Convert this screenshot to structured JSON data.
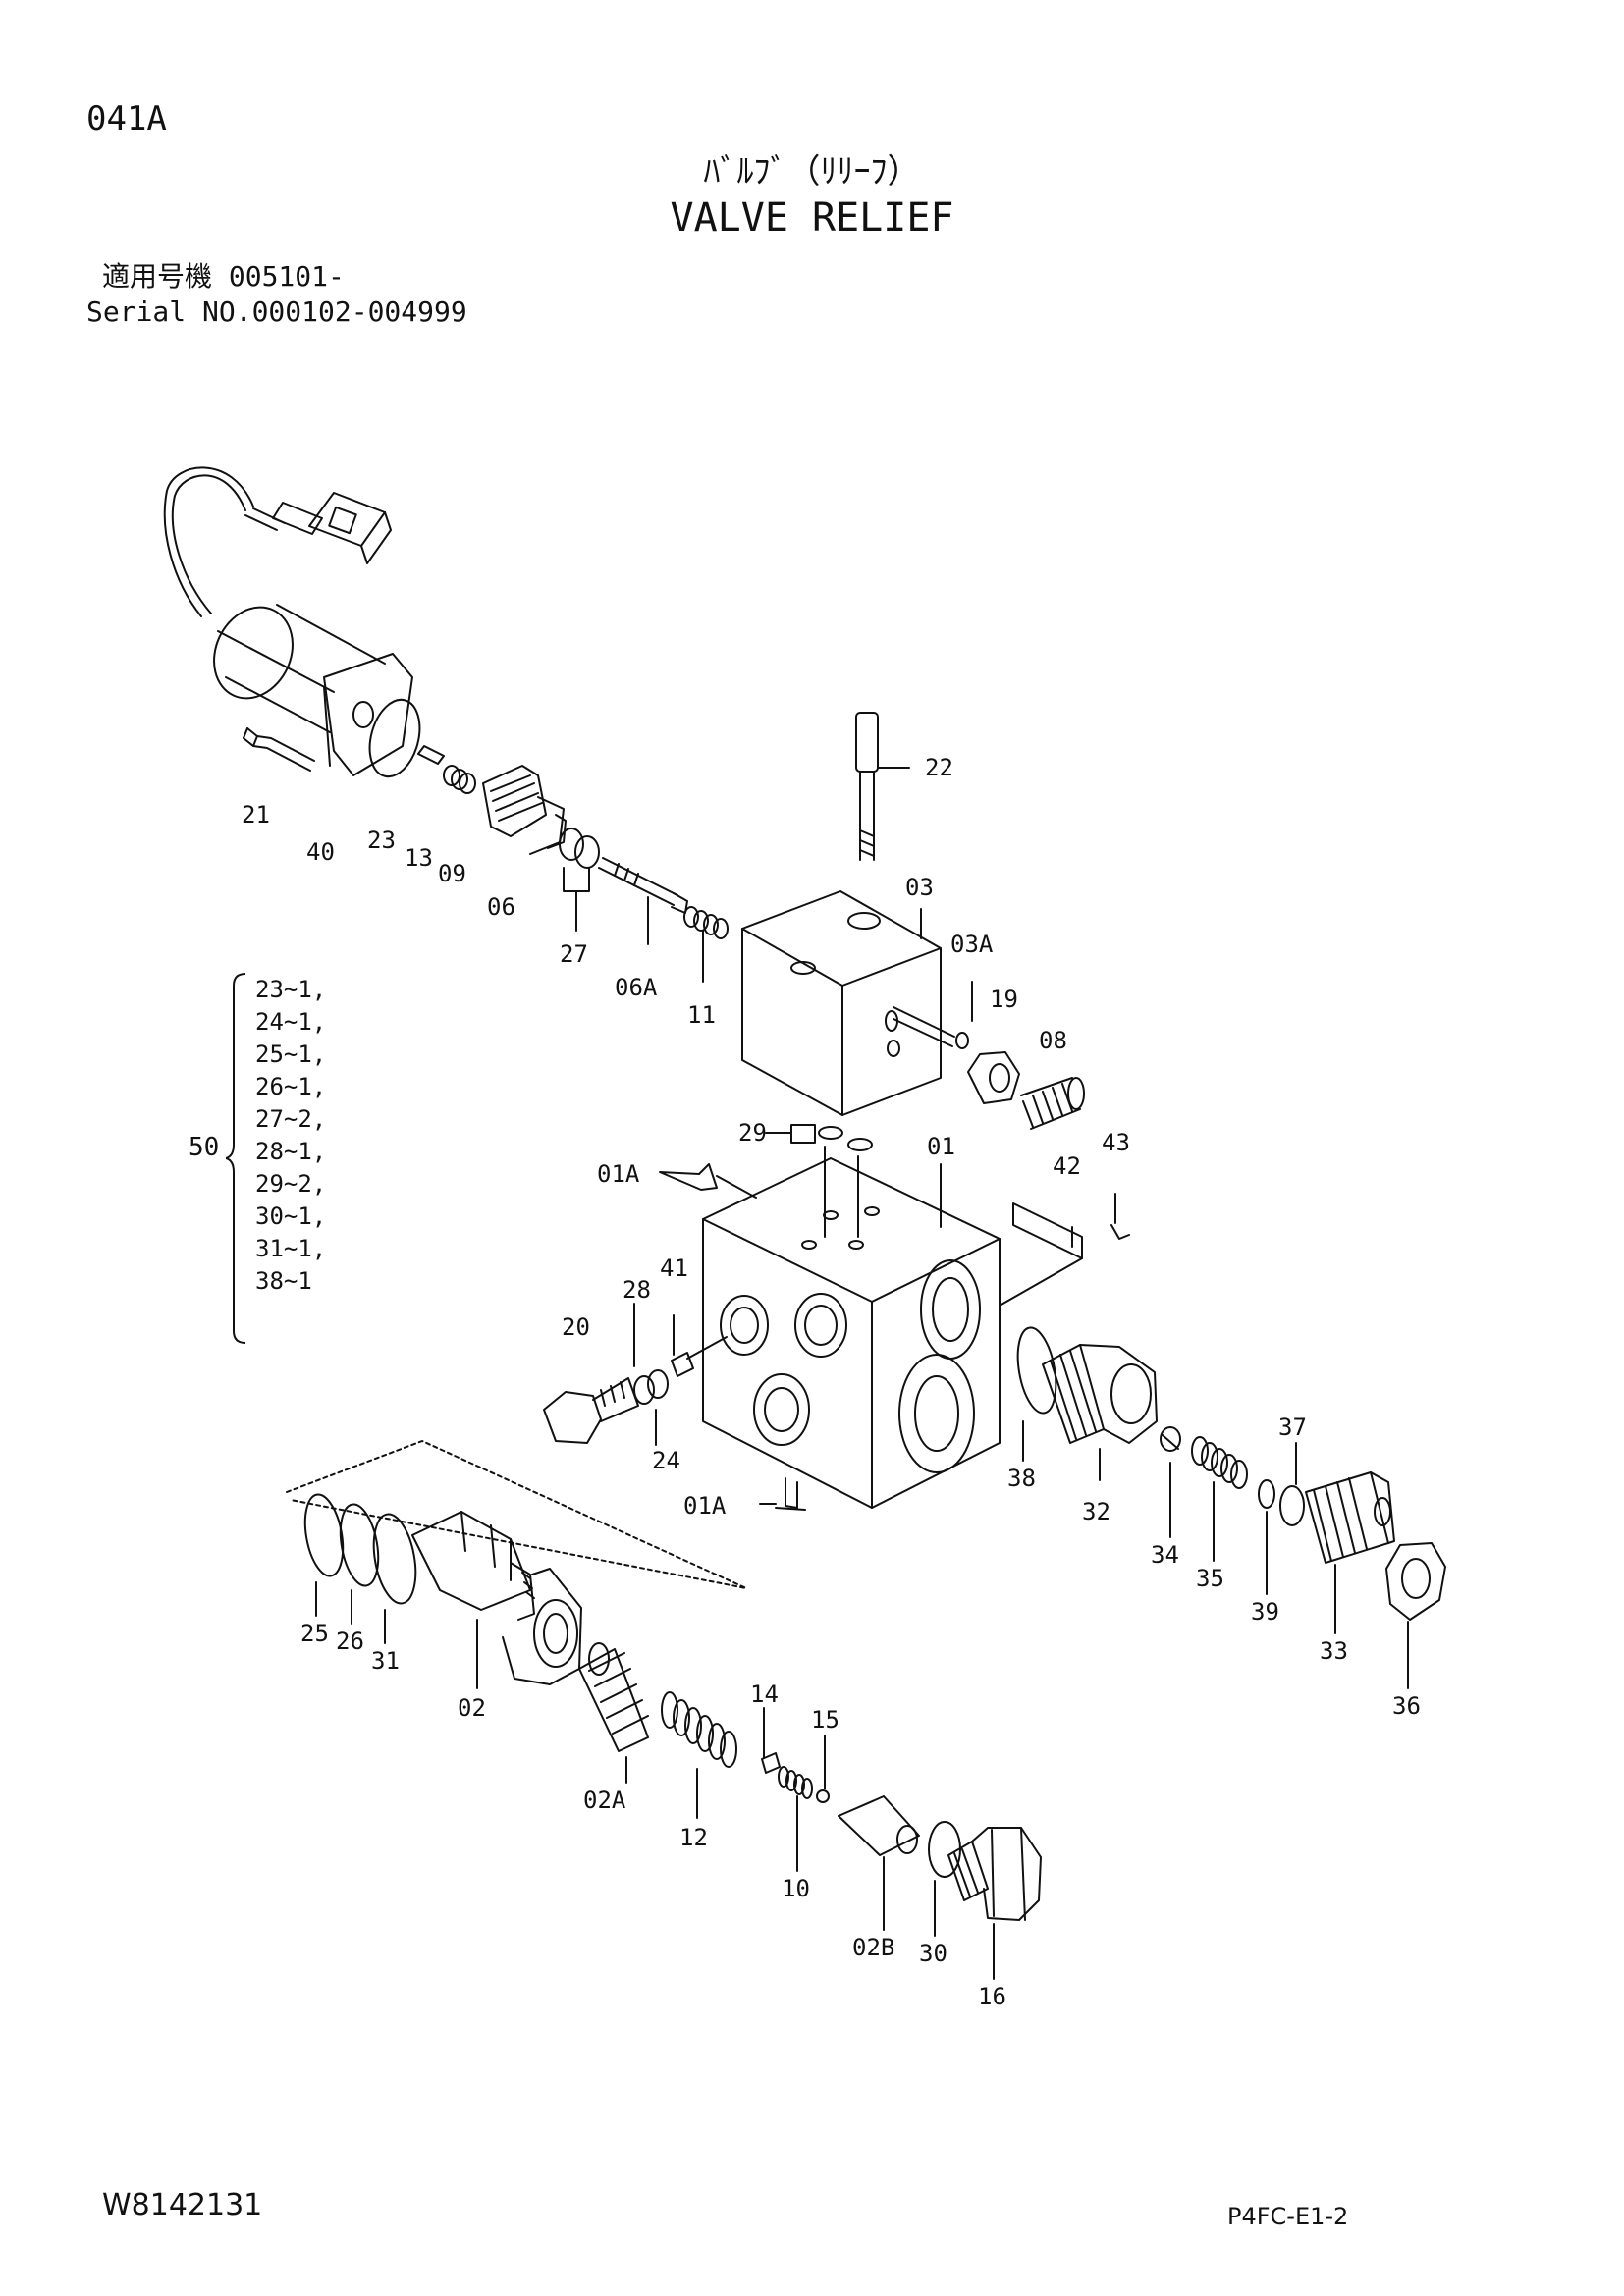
{
  "header": {
    "page_code": "041A",
    "title_jp": "ﾊﾞﾙﾌﾞ（ﾘﾘｰﾌ）",
    "title_en": "VALVE RELIEF",
    "serial_jp": "適用号機 005101-",
    "serial_en": "Serial NO.000102-004999"
  },
  "footer": {
    "doc_no": "W8142131",
    "sheet_code": "P4FC-E1-2"
  },
  "kit": {
    "ref": "50",
    "items": [
      "23~1,",
      "24~1,",
      "25~1,",
      "26~1,",
      "27~2,",
      "28~1,",
      "29~2,",
      "30~1,",
      "31~1,",
      "38~1"
    ]
  },
  "callouts": {
    "p21": "21",
    "p40": "40",
    "p23": "23",
    "p13": "13",
    "p09": "09",
    "p06": "06",
    "p27": "27",
    "p06A": "06A",
    "p11": "11",
    "p22": "22",
    "p03": "03",
    "p03A": "03A",
    "p19": "19",
    "p08": "08",
    "p29": "29",
    "p01": "01",
    "p01A_top": "01A",
    "p42": "42",
    "p43": "43",
    "p20": "20",
    "p28": "28",
    "p41": "41",
    "p24": "24",
    "p01A_bottom": "01A",
    "p38": "38",
    "p32": "32",
    "p34": "34",
    "p35": "35",
    "p39": "39",
    "p37": "37",
    "p33": "33",
    "p36": "36",
    "p25": "25",
    "p26": "26",
    "p31": "31",
    "p02": "02",
    "p02A": "02A",
    "p12": "12",
    "p14": "14",
    "p15": "15",
    "p10": "10",
    "p02B": "02B",
    "p30": "30",
    "p16": "16"
  }
}
